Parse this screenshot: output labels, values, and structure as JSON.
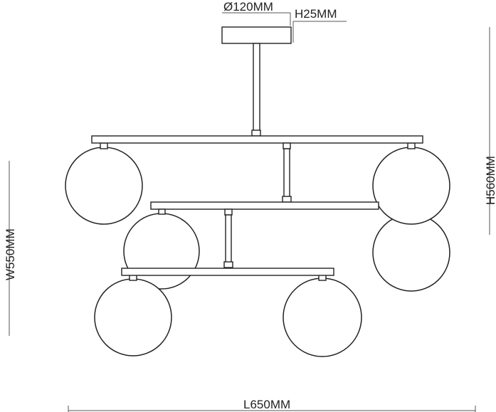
{
  "dimensions": {
    "canopy_diameter": "Ø120MM",
    "canopy_height": "H25MM",
    "overall_height": "H560MM",
    "width": "W550MM",
    "length": "L650MM"
  },
  "colors": {
    "line": "#222222",
    "background": "#ffffff"
  }
}
